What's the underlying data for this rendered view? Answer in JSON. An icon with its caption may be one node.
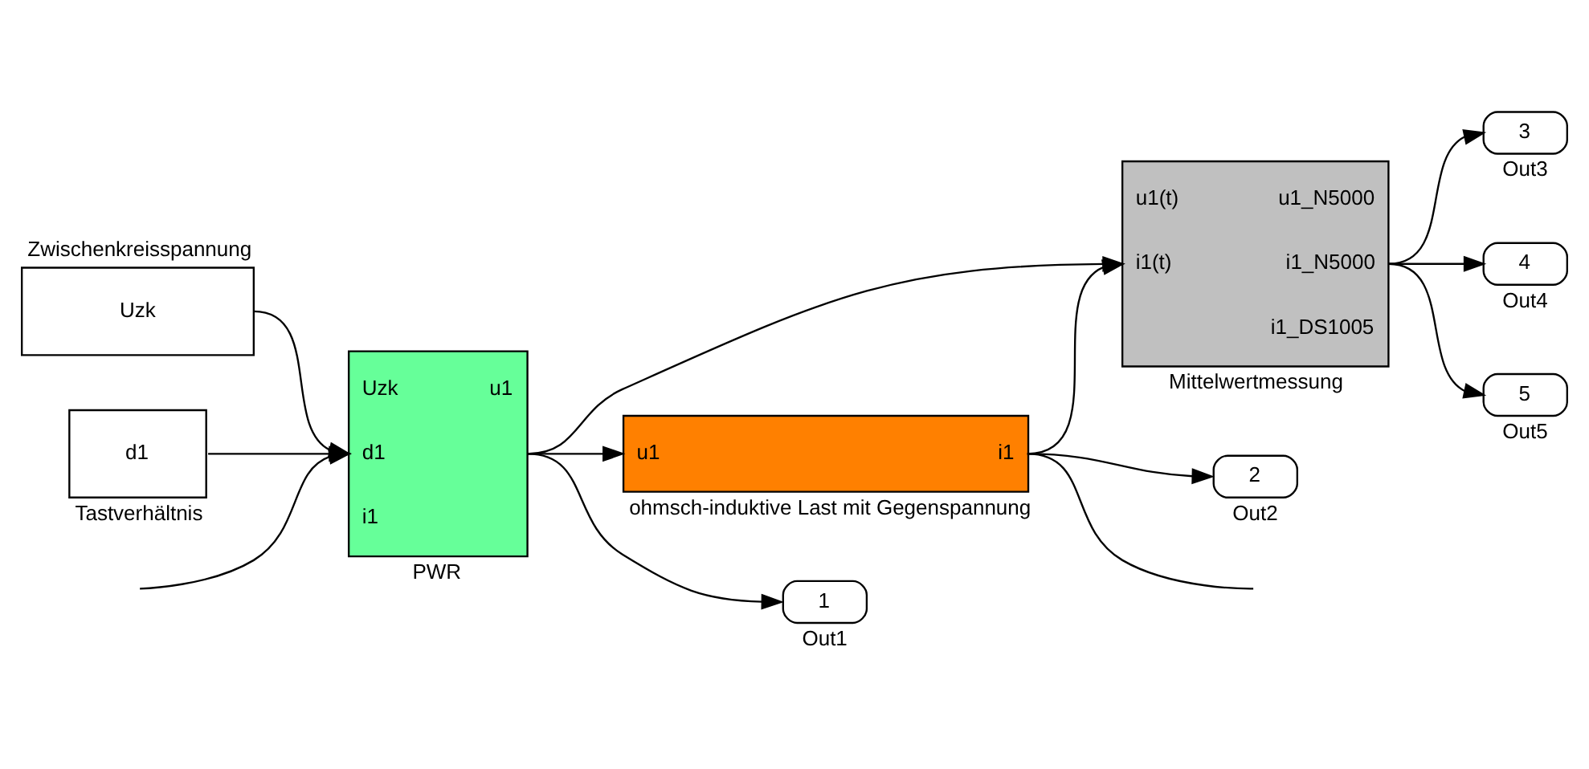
{
  "diagram": {
    "nodes": [
      {
        "text": [
          "Uzk"
        ],
        "beside": [
          "Zwischenkreisspannung"
        ]
      },
      {
        "text": [
          "d1"
        ],
        "beside": [
          "Tastverhältnis"
        ]
      },
      {
        "text": [
          "Uzk",
          "d1",
          "i1",
          "u1"
        ],
        "beside": [
          "PWR"
        ]
      },
      {
        "text": [
          "u1",
          "i1"
        ],
        "beside": [
          "ohmsch-induktive Last mit Gegenspannung"
        ]
      },
      {
        "text": [
          "u1(t)",
          "i1(t)",
          "u1_N5000",
          "i1_N5000",
          "i1_DS1005"
        ],
        "beside": [
          "Mittelwertmessung"
        ]
      },
      {
        "text": [
          "3"
        ],
        "beside": [
          "Out3"
        ]
      },
      {
        "text": [
          "4"
        ],
        "beside": [
          "Out4"
        ]
      },
      {
        "text": [
          "5"
        ],
        "beside": [
          "Out5"
        ]
      },
      {
        "text": [
          "1"
        ],
        "beside": [
          "Out1"
        ]
      },
      {
        "text": [
          "2"
        ],
        "beside": [
          "Out2"
        ]
      }
    ],
    "edges": [
      {
        "from": 0,
        "to": 2,
        "arrow": "to"
      },
      {
        "from": 1,
        "to": 2,
        "arrow": "to"
      },
      {
        "from": null,
        "to": 2,
        "arrow": "to"
      },
      {
        "from": 2,
        "to": 3,
        "arrow": "to"
      },
      {
        "from": 2,
        "to": 4,
        "arrow": "to"
      },
      {
        "from": 2,
        "to": 8,
        "arrow": "to"
      },
      {
        "from": 3,
        "to": 4,
        "arrow": "to"
      },
      {
        "from": 3,
        "to": 9,
        "arrow": "to"
      },
      {
        "from": 3,
        "to": null,
        "arrow": "none"
      },
      {
        "from": 4,
        "to": 5,
        "arrow": "to"
      },
      {
        "from": 4,
        "to": 6,
        "arrow": "to"
      },
      {
        "from": 4,
        "to": 7,
        "arrow": "to"
      }
    ]
  }
}
